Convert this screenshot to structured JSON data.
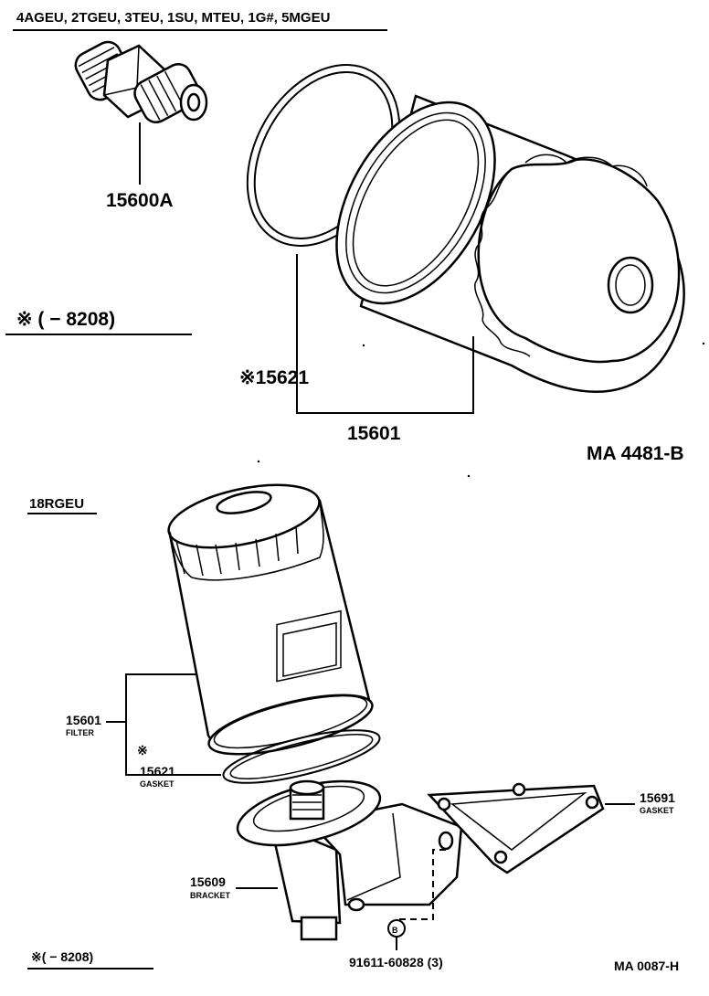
{
  "top": {
    "heading": "4AGEU, 2TGEU, 3TEU, 1SU, MTEU, 1G#, 5MGEU",
    "part_15600A": "15600A",
    "note": "※ (       − 8208)",
    "part_15621": "※15621",
    "part_15601": "15601",
    "ref": "MA 4481-B"
  },
  "bottom": {
    "heading": "18RGEU",
    "filter_num": "15601",
    "filter_name": "FILTER",
    "gasket_mark": "※",
    "gasket_num": "15621",
    "gasket_name": "GASKET",
    "bracket_num": "15609",
    "bracket_name": "BRACKET",
    "gasket2_num": "15691",
    "gasket2_name": "GASKET",
    "bolt_marker": "B",
    "bolt_num": "91611-60828 (3)",
    "note": "※(        − 8208)",
    "ref": "MA 0087-H"
  }
}
